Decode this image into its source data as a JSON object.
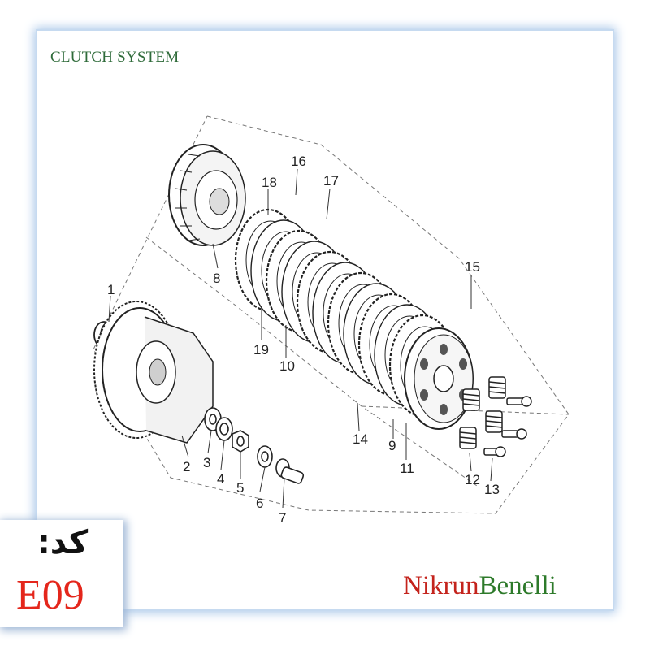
{
  "header": {
    "title": "CLUTCH SYSTEM"
  },
  "brand": {
    "part1": "Nikrun",
    "part2": "Benelli",
    "color1": "#c4231c",
    "color2": "#2d7a2a"
  },
  "code": {
    "label": "کد:",
    "value": "E09",
    "color": "#e4261b"
  },
  "callouts": [
    "1",
    "2",
    "3",
    "4",
    "5",
    "6",
    "7",
    "8",
    "9",
    "10",
    "11",
    "12",
    "13",
    "14",
    "15",
    "16",
    "17",
    "18",
    "19"
  ]
}
